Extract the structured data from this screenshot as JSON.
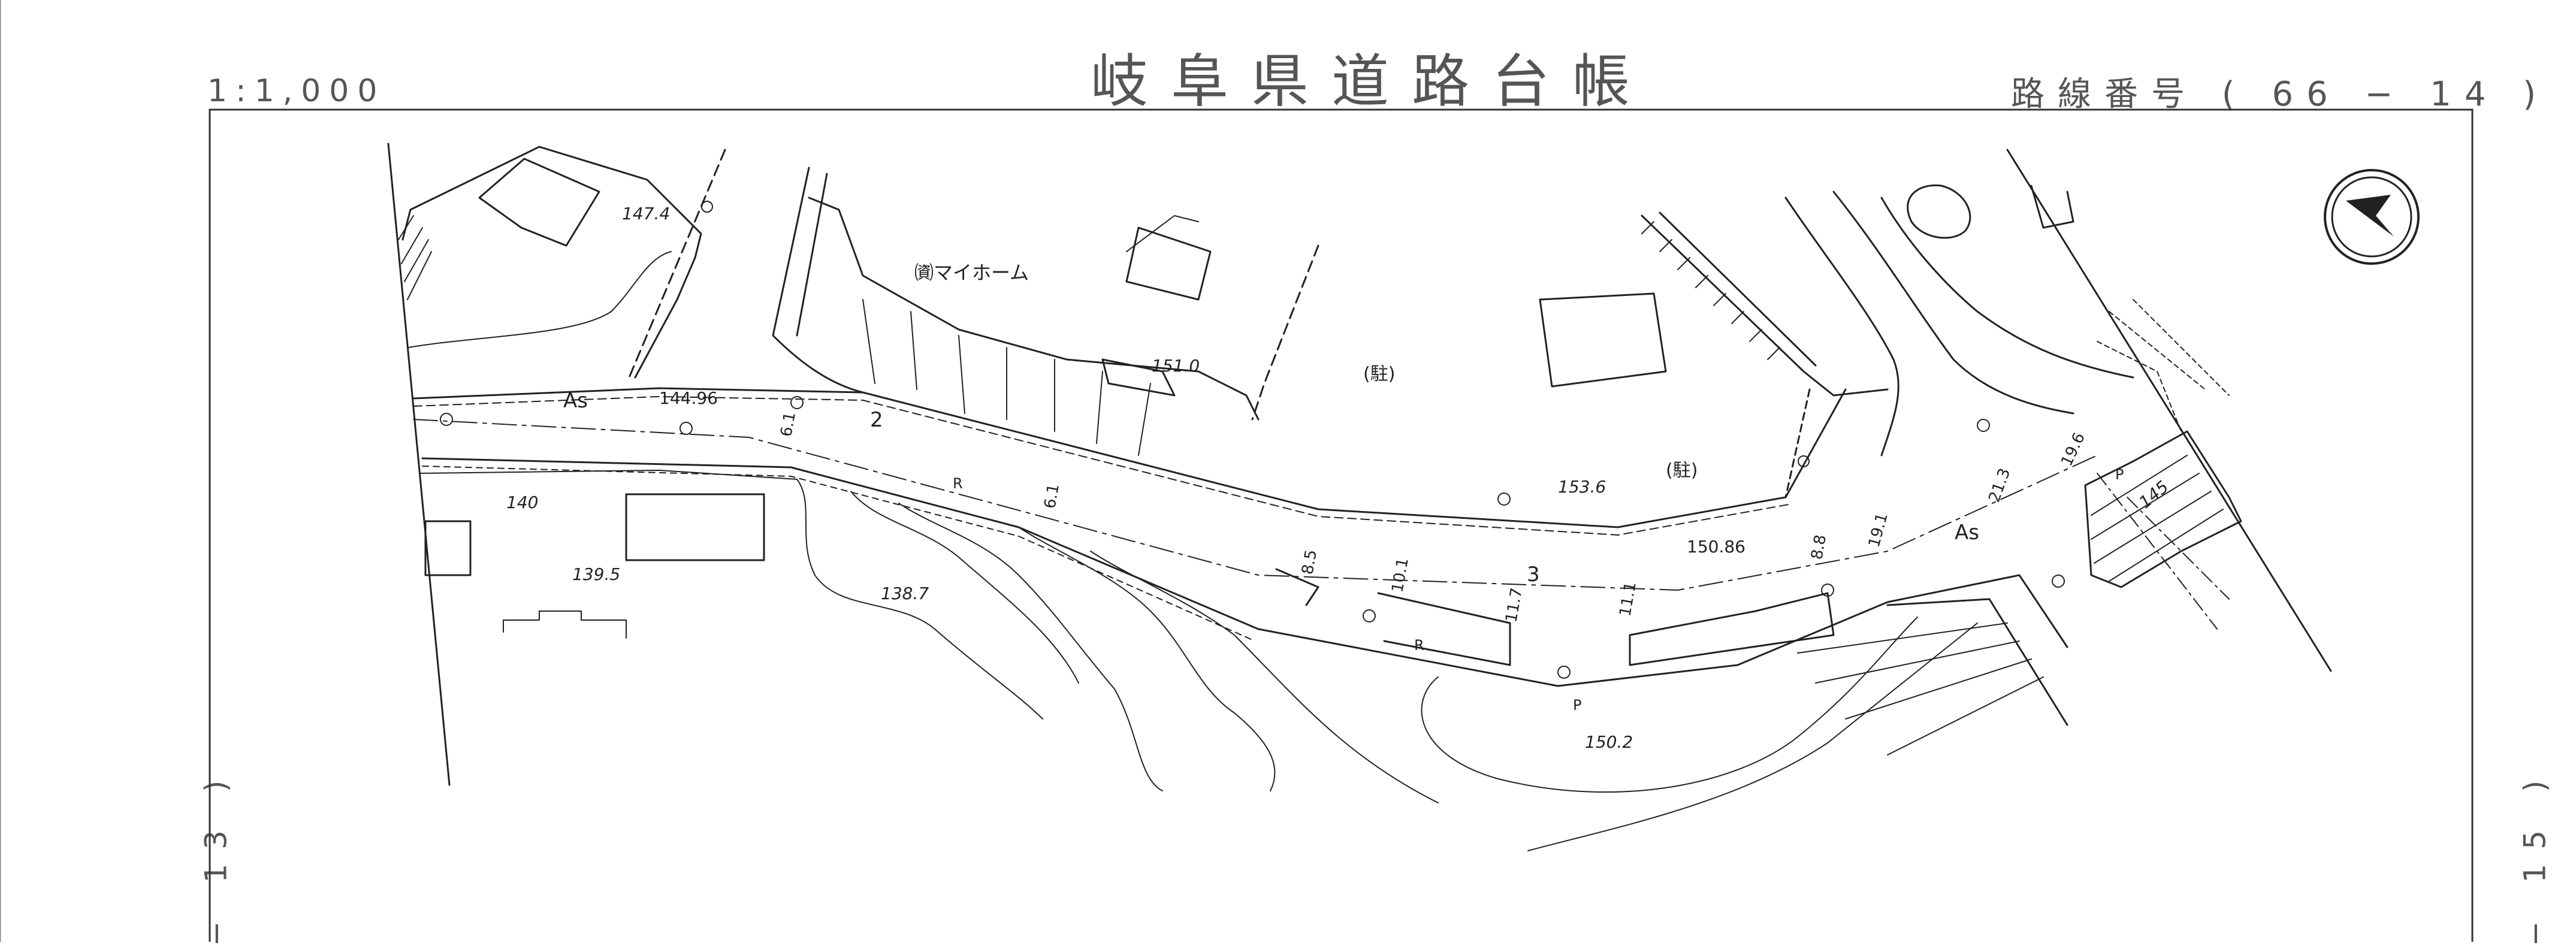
{
  "header": {
    "title": "岐阜県道路台帳",
    "scale": "1:1,000",
    "route_number": "路線番号 ( 66 − 14 )"
  },
  "sheet_refs": {
    "left": "− 13 )",
    "right": "− 15 )"
  },
  "map": {
    "labels": {
      "business": "㈾マイホーム",
      "parking1": "(駐)",
      "parking2": "(駐)",
      "surface1": "As",
      "surface2": "As",
      "r1": "R",
      "r2": "R",
      "p1": "P",
      "p2": "P"
    },
    "elevations": {
      "e1": "147.4",
      "e2": "144.96",
      "e3": "151.0",
      "e4": "153.6",
      "e5": "150.86",
      "e6": "140",
      "e7": "139.5",
      "e8": "138.7",
      "e9": "150.2",
      "e10": "145"
    },
    "stations": {
      "s2": "2",
      "s3": "3"
    },
    "widths": {
      "w1": "6.1",
      "w2": "6.1",
      "w3": "8.5",
      "w4": "10.1",
      "w5": "11.7",
      "w6": "11.1",
      "w7": "8.8",
      "w8": "19.1",
      "w9": "21.3",
      "w10": "19.6"
    },
    "north_arrow_icon": "north-arrow-icon"
  },
  "colors": {
    "line": "#222222",
    "frame": "#333333",
    "header_text": "#555555"
  }
}
